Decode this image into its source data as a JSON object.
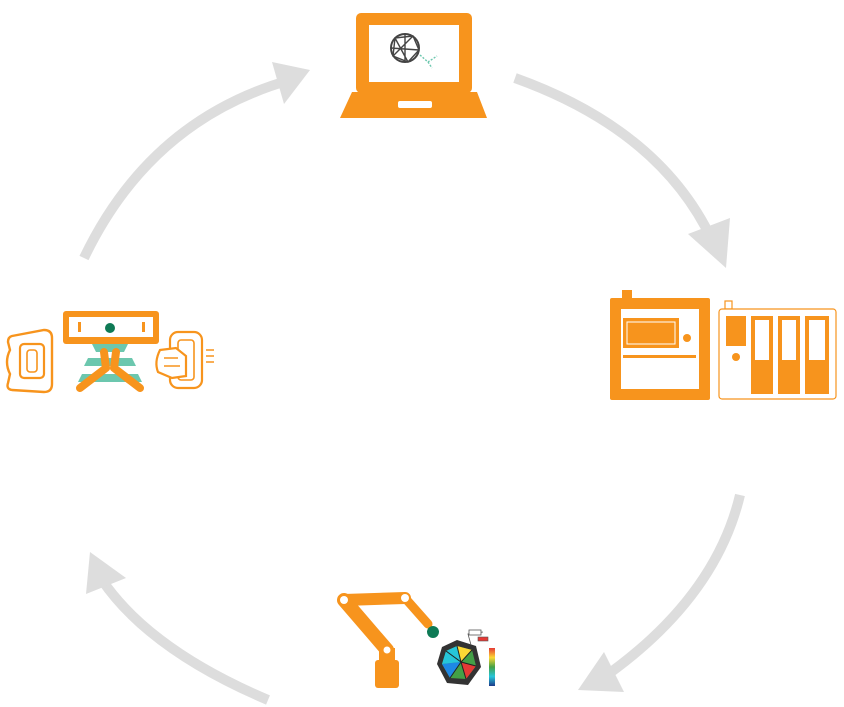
{
  "diagram": {
    "type": "cycle",
    "direction": "clockwise",
    "nodes": [
      {
        "id": "software",
        "icon": "laptop-mesh-icon"
      },
      {
        "id": "hardware",
        "icon": "machine-cabinets-icon"
      },
      {
        "id": "robotic-inspection",
        "icon": "robot-arm-mesh-analysis-icon"
      },
      {
        "id": "scanners",
        "icon": "3d-scanner-set-icon"
      }
    ],
    "arrows": [
      {
        "from": "software",
        "to": "hardware"
      },
      {
        "from": "hardware",
        "to": "robotic-inspection"
      },
      {
        "from": "robotic-inspection",
        "to": "scanners"
      },
      {
        "from": "scanners",
        "to": "software"
      }
    ]
  },
  "colors": {
    "accent": "#F7941D",
    "arrow": "#DDDDDD",
    "teal": "#6CC7AE",
    "green_dot": "#0E7A55",
    "outline_dark": "#555555"
  }
}
